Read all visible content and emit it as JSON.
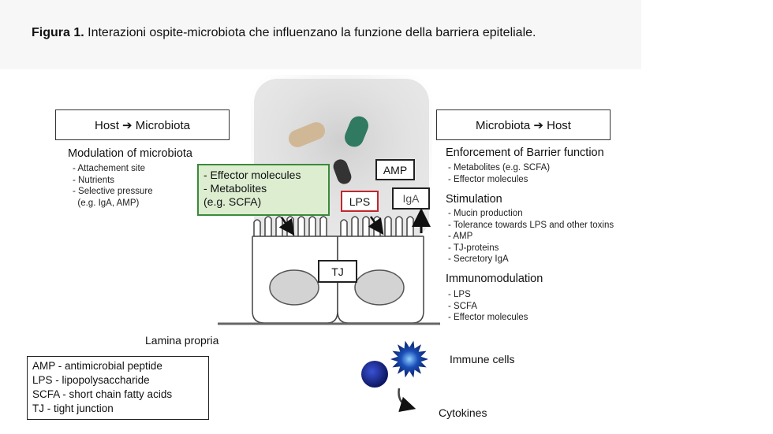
{
  "caption": {
    "label": "Figura 1.",
    "text": " Interazioni ospite-microbiota che influenzano la funzione della barriera epiteliale."
  },
  "left": {
    "box": "Host ➔ Microbiota",
    "heading": "Modulation of microbiota",
    "items": [
      "- Attachement site",
      "- Nutrients",
      "- Selective pressure",
      "  (e.g. IgA, AMP)"
    ]
  },
  "right": {
    "box": "Microbiota ➔ Host",
    "sections": [
      {
        "heading": "Enforcement of Barrier function",
        "items": [
          "- Metabolites (e.g. SCFA)",
          "- Effector molecules"
        ]
      },
      {
        "heading": "Stimulation",
        "items": [
          "- Mucin production",
          "- Tolerance towards LPS and other toxins",
          "- AMP",
          "- TJ-proteins",
          "- Secretory IgA"
        ]
      },
      {
        "heading": "Immunomodulation",
        "items": [
          "- LPS",
          "- SCFA",
          "- Effector molecules"
        ]
      }
    ]
  },
  "effector": {
    "lines": [
      "- Effector molecules",
      "- Metabolites",
      "(e.g. SCFA)"
    ]
  },
  "tags": {
    "amp": "AMP",
    "lps": "LPS",
    "iga": "IgA",
    "tj": "TJ"
  },
  "labels": {
    "lamina": "Lamina propria",
    "immune": "Immune cells",
    "cytokines": "Cytokines"
  },
  "legend": [
    "AMP - antimicrobial peptide",
    "LPS - lipopolysaccharide",
    "SCFA - short chain fatty acids",
    "TJ - tight junction"
  ]
}
